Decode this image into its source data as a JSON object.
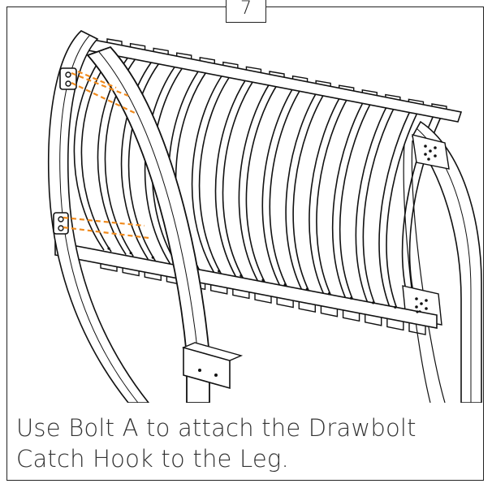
{
  "step": {
    "number": "7"
  },
  "instruction": {
    "text": "Use Bolt A to attach the Drawbolt Catch Hook to the Leg."
  },
  "icons": {
    "illustration": "greenhouse-frame-assembly-drawing"
  },
  "colors": {
    "line": "#111111",
    "guide": "#f08a1c",
    "frame": "#222222"
  }
}
